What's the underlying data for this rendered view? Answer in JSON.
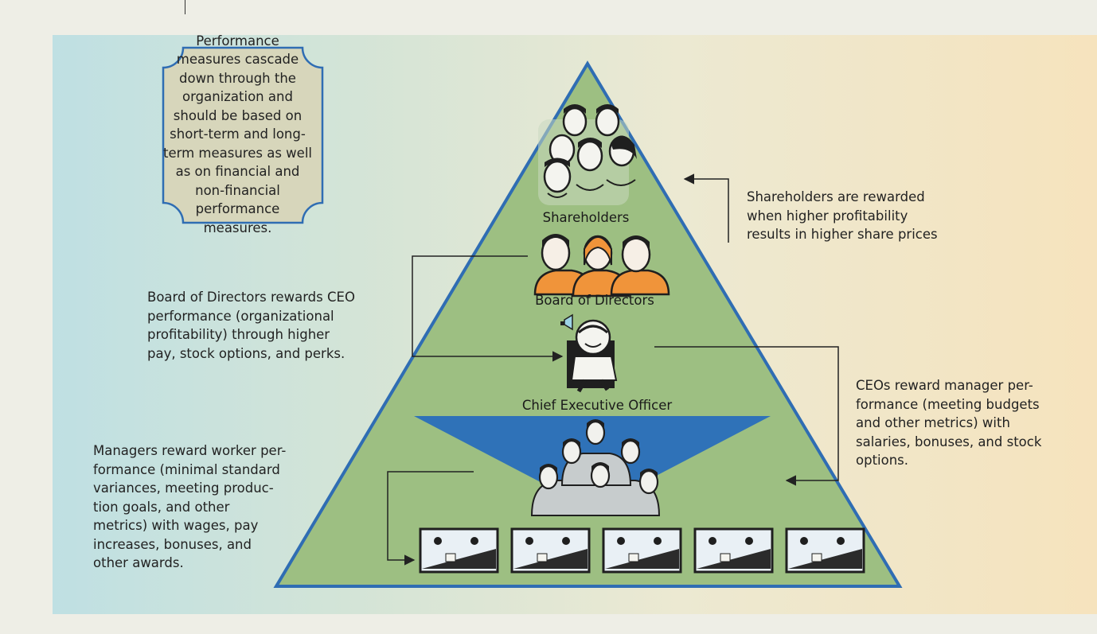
{
  "callout": {
    "text": "Performance measures cascade down through the organization and should be based on short-term and long-term measures as well as on financial and non-financial performance measures."
  },
  "levels": {
    "shareholders": "Shareholders",
    "board": "Board of Directors",
    "ceo": "Chief Executive Officer"
  },
  "annotations": {
    "shareholders_lines": [
      "Shareholders are rewarded",
      "when higher profitability",
      "results in higher share prices"
    ],
    "board_lines": [
      "Board of Directors rewards CEO",
      "performance (organizational",
      "profitability) through higher",
      "pay, stock options, and perks."
    ],
    "ceo_lines": [
      "CEOs reward manager per-",
      "formance (meeting budgets",
      "and other metrics) with",
      "salaries, bonuses, and stock",
      "options."
    ],
    "managers_lines": [
      "Managers reward worker per-",
      "formance (minimal standard",
      "variances, meeting produc-",
      "tion goals, and other",
      "metrics) with wages, pay",
      "increases, bonuses, and",
      "other awards."
    ]
  },
  "colors": {
    "pyramid_fill": "#9dbf82",
    "pyramid_stroke": "#2f6db3",
    "funnel_fill": "#2f72b8",
    "callout_fill": "#d7d6bb",
    "callout_stroke": "#2f6db3",
    "board_accent": "#f0943a"
  }
}
